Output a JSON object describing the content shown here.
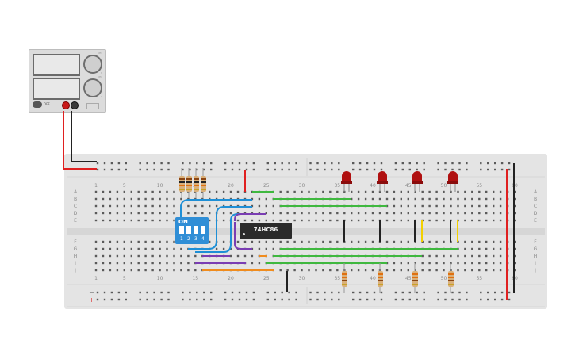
{
  "power_supply": {
    "off_label": "OFF",
    "ch1_top_text": "CH1",
    "ch1_bottom_text": "V",
    "ch2_top_text": "CH2",
    "ch2_bottom_text": "A"
  },
  "breadboard": {
    "column_labels": [
      "1",
      "5",
      "10",
      "15",
      "20",
      "25",
      "30",
      "35",
      "40",
      "45",
      "50",
      "55",
      "60"
    ],
    "row_labels_top": [
      "A",
      "B",
      "C",
      "D",
      "E"
    ],
    "row_labels_bottom": [
      "F",
      "G",
      "H",
      "I",
      "J"
    ],
    "rail_plus": "+",
    "rail_minus": "−"
  },
  "dip_switch": {
    "on_label": "ON",
    "numbers": [
      "1",
      "2",
      "3",
      "4"
    ]
  },
  "ic": {
    "label": "74HC86"
  },
  "colors": {
    "red_wire": "#e02020",
    "black_wire": "#222222",
    "blue_wire": "#1e8fd6",
    "purple_wire": "#7a3db3",
    "green_wire": "#3fb83f",
    "orange_wire": "#f08c1e",
    "yellow_wire": "#f2d000",
    "led_red": "#b01010",
    "breadboard": "#e4e4e4",
    "dip_blue": "#2f8ed6"
  }
}
